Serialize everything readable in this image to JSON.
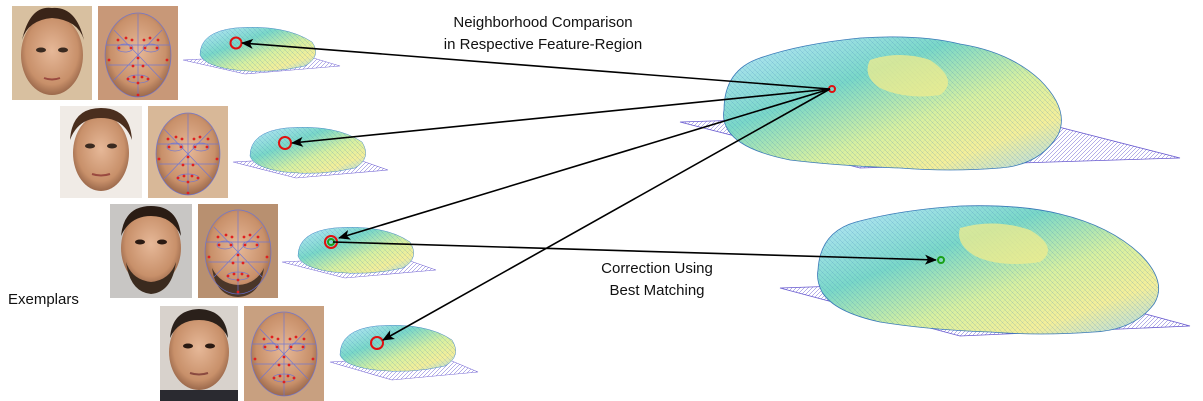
{
  "labels": {
    "top_caption_line1": "Neighborhood Comparison",
    "top_caption_line2": "in Respective Feature-Region",
    "bottom_caption_line1": "Correction Using",
    "bottom_caption_line2": "Best Matching",
    "side_label": "Exemplars"
  },
  "exemplars": [
    {
      "id": "exemplar-1",
      "match": false
    },
    {
      "id": "exemplar-2",
      "match": false
    },
    {
      "id": "exemplar-3",
      "match": true
    },
    {
      "id": "exemplar-4",
      "match": false
    }
  ],
  "colors": {
    "comparison_marker": "#e01010",
    "best_match_marker": "#18a018",
    "arrow": "#000000",
    "mesh_base": "#7a6cd6",
    "face_photo": "#c8906a",
    "landmark_dot": "#e02020",
    "region_line": "#6a74d8"
  }
}
